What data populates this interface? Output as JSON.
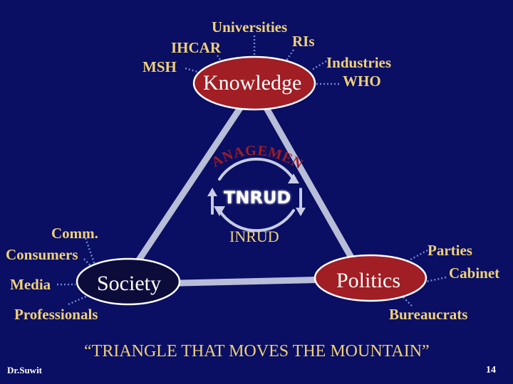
{
  "colors": {
    "background": "#0a0f63",
    "label_gold": "#f0d078",
    "triangle": "#b8bdd8",
    "knowledge_fill": "#a01e24",
    "politics_fill": "#a01e24",
    "society_fill": "#0c0c3a",
    "node_outline": "#ffffff",
    "connector": "#6f86d6"
  },
  "nodes": {
    "knowledge": "Knowledge",
    "society": "Society",
    "politics": "Politics"
  },
  "knowledge_labels": {
    "universities": "Universities",
    "ihcar": "IHCAR",
    "ris": "RIs",
    "msh": "MSH",
    "industries": "Industries",
    "who": "WHO"
  },
  "society_labels": {
    "comm": "Comm.",
    "consumers": "Consumers",
    "media": "Media",
    "professionals": "Professionals"
  },
  "politics_labels": {
    "parties": "Parties",
    "cabinet": "Cabinet",
    "bureaucrats": "Bureaucrats"
  },
  "center": {
    "management": "MANAGEMENT",
    "tnrud": "TNRUD",
    "inrud": "INRUD"
  },
  "footer": {
    "slogan": "“TRIANGLE THAT MOVES THE MOUNTAIN”",
    "author": "Dr.Suwit",
    "page_number": "14"
  }
}
